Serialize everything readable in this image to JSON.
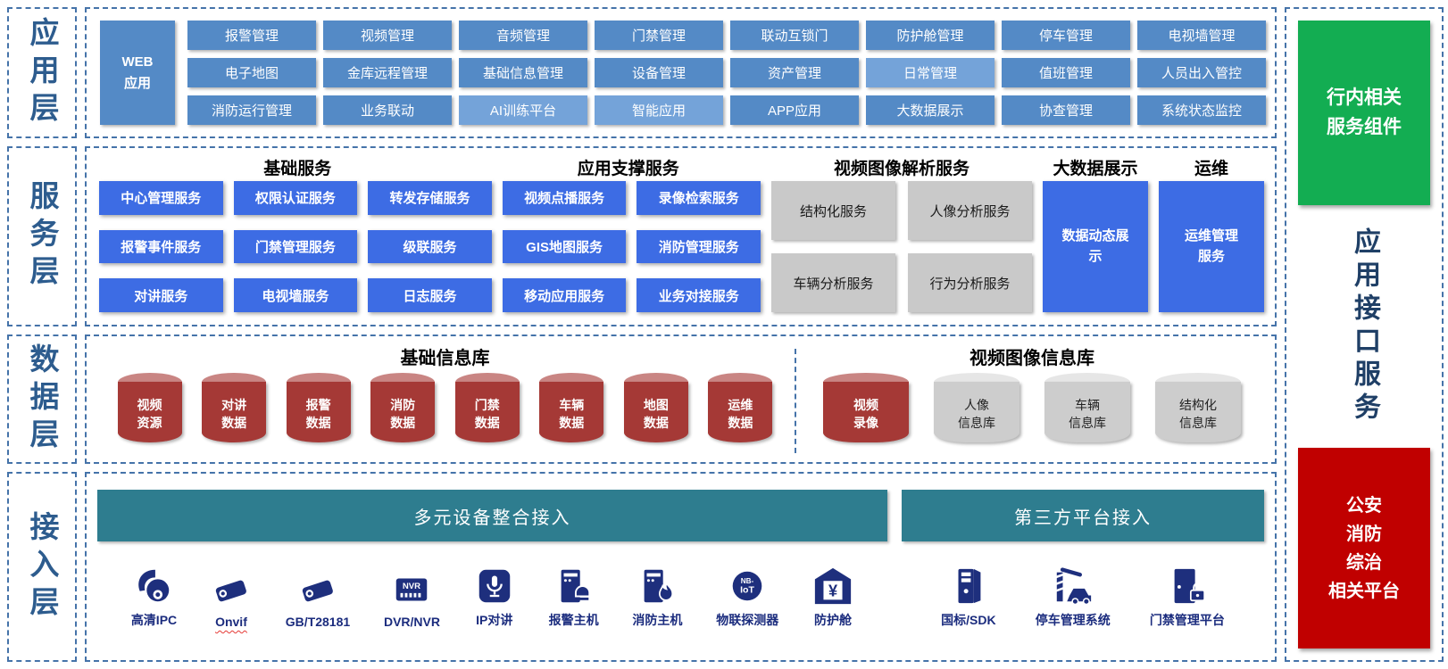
{
  "left_labels": [
    "应用层",
    "服务层",
    "数据层",
    "接入层"
  ],
  "app_layer": {
    "web_box": {
      "line1": "WEB",
      "line2": "应用"
    },
    "boxes": [
      {
        "label": "报警管理"
      },
      {
        "label": "视频管理"
      },
      {
        "label": "音频管理"
      },
      {
        "label": "门禁管理"
      },
      {
        "label": "联动互锁门"
      },
      {
        "label": "防护舱管理"
      },
      {
        "label": "停车管理"
      },
      {
        "label": "电视墙管理"
      },
      {
        "label": "电子地图"
      },
      {
        "label": "金库远程管理"
      },
      {
        "label": "基础信息管理"
      },
      {
        "label": "设备管理"
      },
      {
        "label": "资产管理"
      },
      {
        "label": "日常管理",
        "variant": "light"
      },
      {
        "label": "值班管理"
      },
      {
        "label": "人员出入管控"
      },
      {
        "label": "消防运行管理"
      },
      {
        "label": "业务联动"
      },
      {
        "label": "AI训练平台",
        "variant": "light"
      },
      {
        "label": "智能应用",
        "variant": "light"
      },
      {
        "label": "APP应用"
      },
      {
        "label": "大数据展示"
      },
      {
        "label": "协查管理"
      },
      {
        "label": "系统状态监控"
      }
    ]
  },
  "service_layer": {
    "headers": {
      "basic": "基础服务",
      "support": "应用支撑服务",
      "video": "视频图像解析服务",
      "bigdata": "大数据展示",
      "ops": "运维"
    },
    "blue_boxes": [
      "中心管理服务",
      "权限认证服务",
      "转发存储服务",
      "视频点播服务",
      "录像检索服务",
      "报警事件服务",
      "门禁管理服务",
      "级联服务",
      "GIS地图服务",
      "消防管理服务",
      "对讲服务",
      "电视墙服务",
      "日志服务",
      "移动应用服务",
      "业务对接服务"
    ],
    "gray_boxes": [
      "结构化服务",
      "人像分析服务",
      "车辆分析服务",
      "行为分析服务"
    ],
    "bigdata_box": {
      "line1": "数据动态展",
      "line2": "示"
    },
    "ops_box": {
      "line1": "运维管理",
      "line2": "服务"
    }
  },
  "data_layer": {
    "basic": {
      "header": "基础信息库",
      "cylinders": [
        {
          "line1": "视频",
          "line2": "资源"
        },
        {
          "line1": "对讲",
          "line2": "数据"
        },
        {
          "line1": "报警",
          "line2": "数据"
        },
        {
          "line1": "消防",
          "line2": "数据"
        },
        {
          "line1": "门禁",
          "line2": "数据"
        },
        {
          "line1": "车辆",
          "line2": "数据"
        },
        {
          "line1": "地图",
          "line2": "数据"
        },
        {
          "line1": "运维",
          "line2": "数据"
        }
      ]
    },
    "video": {
      "header": "视频图像信息库",
      "cylinders": [
        {
          "line1": "视频",
          "line2": "录像",
          "variant": "red"
        },
        {
          "line1": "人像",
          "line2": "信息库",
          "variant": "gray"
        },
        {
          "line1": "车辆",
          "line2": "信息库",
          "variant": "gray"
        },
        {
          "line1": "结构化",
          "line2": "信息库",
          "variant": "gray"
        }
      ]
    }
  },
  "access_layer": {
    "device_bar": "多元设备整合接入",
    "platform_bar": "第三方平台接入",
    "devices": [
      {
        "icon": "ptz-camera-icon",
        "label": "高清IPC"
      },
      {
        "icon": "bullet-camera-icon",
        "label": "Onvif",
        "spellcheck_underline": true
      },
      {
        "icon": "bullet-camera-icon",
        "label": "GB/T28181"
      },
      {
        "icon": "nvr-icon",
        "label": "DVR/NVR",
        "icon_text": "NVR"
      },
      {
        "icon": "microphone-icon",
        "label": "IP对讲"
      },
      {
        "icon": "alarm-host-icon",
        "label": "报警主机"
      },
      {
        "icon": "fire-host-icon",
        "label": "消防主机"
      },
      {
        "icon": "nbiot-icon",
        "label": "物联探测器",
        "icon_lines": [
          "NB-",
          "IoT"
        ]
      },
      {
        "icon": "cabin-icon",
        "label": "防护舱",
        "icon_text": "¥"
      }
    ],
    "platforms": [
      {
        "icon": "server-icon",
        "label": "国标/SDK"
      },
      {
        "icon": "parking-barrier-icon",
        "label": "停车管理系统"
      },
      {
        "icon": "door-lock-icon",
        "label": "门禁管理平台"
      }
    ]
  },
  "right_panel": {
    "green_box": {
      "line1": "行内相关",
      "line2": "服务组件"
    },
    "vertical_label": "应用接口服务",
    "red_box": {
      "lines": [
        "公安",
        "消防",
        "综治",
        "相关平台"
      ]
    }
  },
  "colors": {
    "app_box_blue": "#548AC6",
    "app_box_light_blue": "#74A3D9",
    "service_box_blue": "#3D6CE4",
    "gray_box": "#C9C9C9",
    "teal_bar": "#2E7D8F",
    "green_box": "#13AD52",
    "red_box": "#C00000",
    "red_cylinder": "#A53936",
    "gray_cylinder": "#CDCDCD",
    "icon_navy": "#1E2F7D",
    "dashed_border": "#4573A9",
    "layer_label_text": "#2D5C8E"
  }
}
